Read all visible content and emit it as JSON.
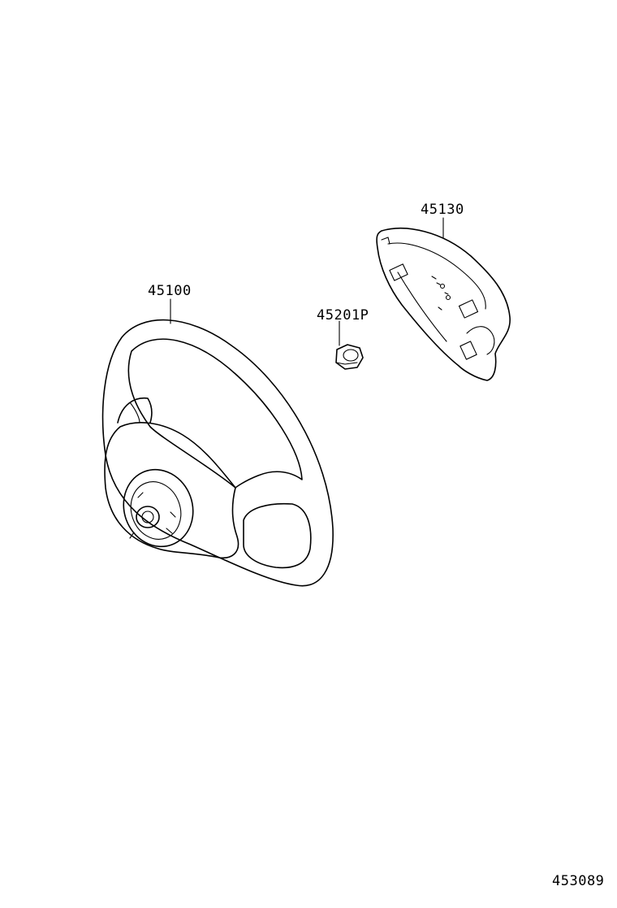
{
  "parts": [
    {
      "id": "steering-wheel",
      "part_number": "45100"
    },
    {
      "id": "pad-cover",
      "part_number": "45130"
    },
    {
      "id": "nut",
      "part_number": "45201P"
    }
  ],
  "figure_id": "453089"
}
